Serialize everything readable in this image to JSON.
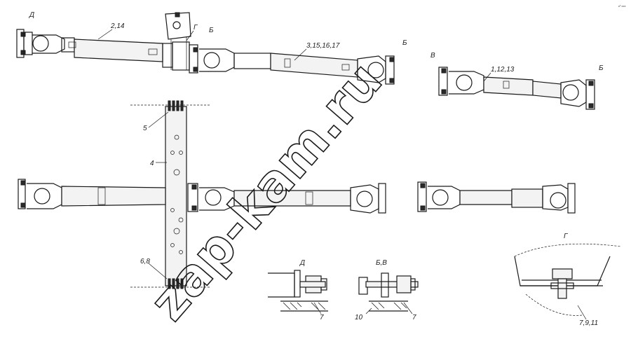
{
  "drawing": {
    "stamp": "к⁰ ххх",
    "watermark": "zap-kam.ru",
    "labels": {
      "d_top": "Д",
      "label_2_14": "2,14",
      "g_top": "Г",
      "b_1": "Б",
      "label_3_15": "3,15,16,17",
      "b_2": "Б",
      "v": "В",
      "label_1_12": "1,12,13",
      "b_3": "Б",
      "label_5": "5",
      "label_4": "4",
      "label_6_8": "6,8",
      "detail_d": "Д",
      "detail_d_7": "7",
      "detail_bv": "Б,В",
      "detail_bv_10": "10",
      "detail_bv_7": "7",
      "detail_g": "Г",
      "detail_g_num": "7,9,11"
    }
  }
}
